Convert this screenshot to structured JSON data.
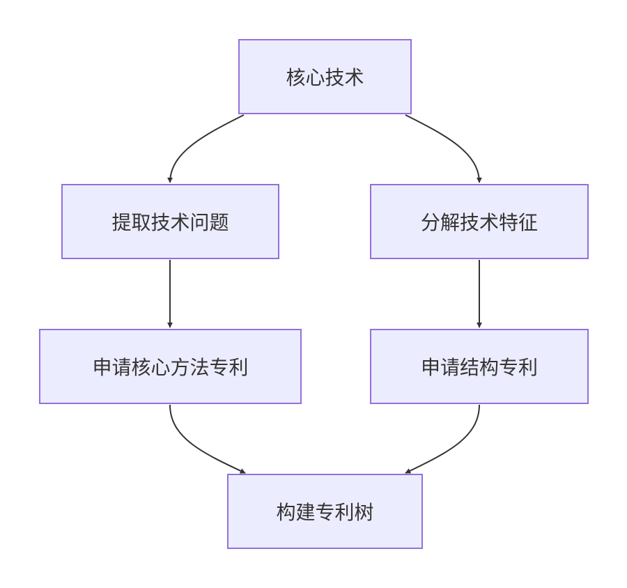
{
  "diagram": {
    "nodes": [
      {
        "id": "core",
        "label": "核心技术"
      },
      {
        "id": "extract",
        "label": "提取技术问题"
      },
      {
        "id": "decompose",
        "label": "分解技术特征"
      },
      {
        "id": "method",
        "label": "申请核心方法专利"
      },
      {
        "id": "structure",
        "label": "申请结构专利"
      },
      {
        "id": "tree",
        "label": "构建专利树"
      }
    ],
    "edges": [
      {
        "from": "core",
        "to": "extract"
      },
      {
        "from": "core",
        "to": "decompose"
      },
      {
        "from": "extract",
        "to": "method"
      },
      {
        "from": "decompose",
        "to": "structure"
      },
      {
        "from": "method",
        "to": "tree"
      },
      {
        "from": "structure",
        "to": "tree"
      }
    ],
    "colors": {
      "node_fill": "#ececff",
      "node_border": "#9370db",
      "edge": "#333333",
      "text": "#333333"
    }
  }
}
